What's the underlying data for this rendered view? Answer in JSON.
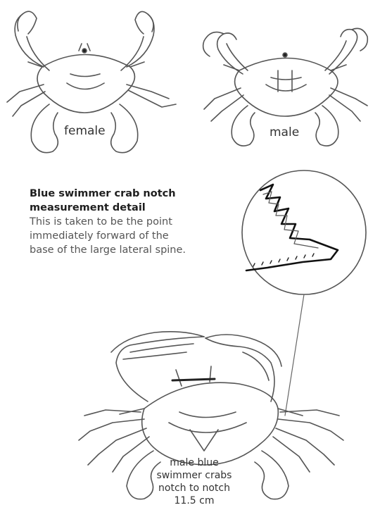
{
  "labels": {
    "female": "female",
    "male": "male"
  },
  "note": {
    "title_line1": "Blue swimmer crab notch",
    "title_line2": "measurement detail",
    "body_line1": "This is taken to be the point",
    "body_line2": "immediately forward of the",
    "body_line3": "base of the large lateral spine."
  },
  "bottom_label": {
    "line1": "male blue",
    "line2": "swimmer crabs",
    "line3": "notch to notch",
    "line4": "11.5 cm"
  }
}
